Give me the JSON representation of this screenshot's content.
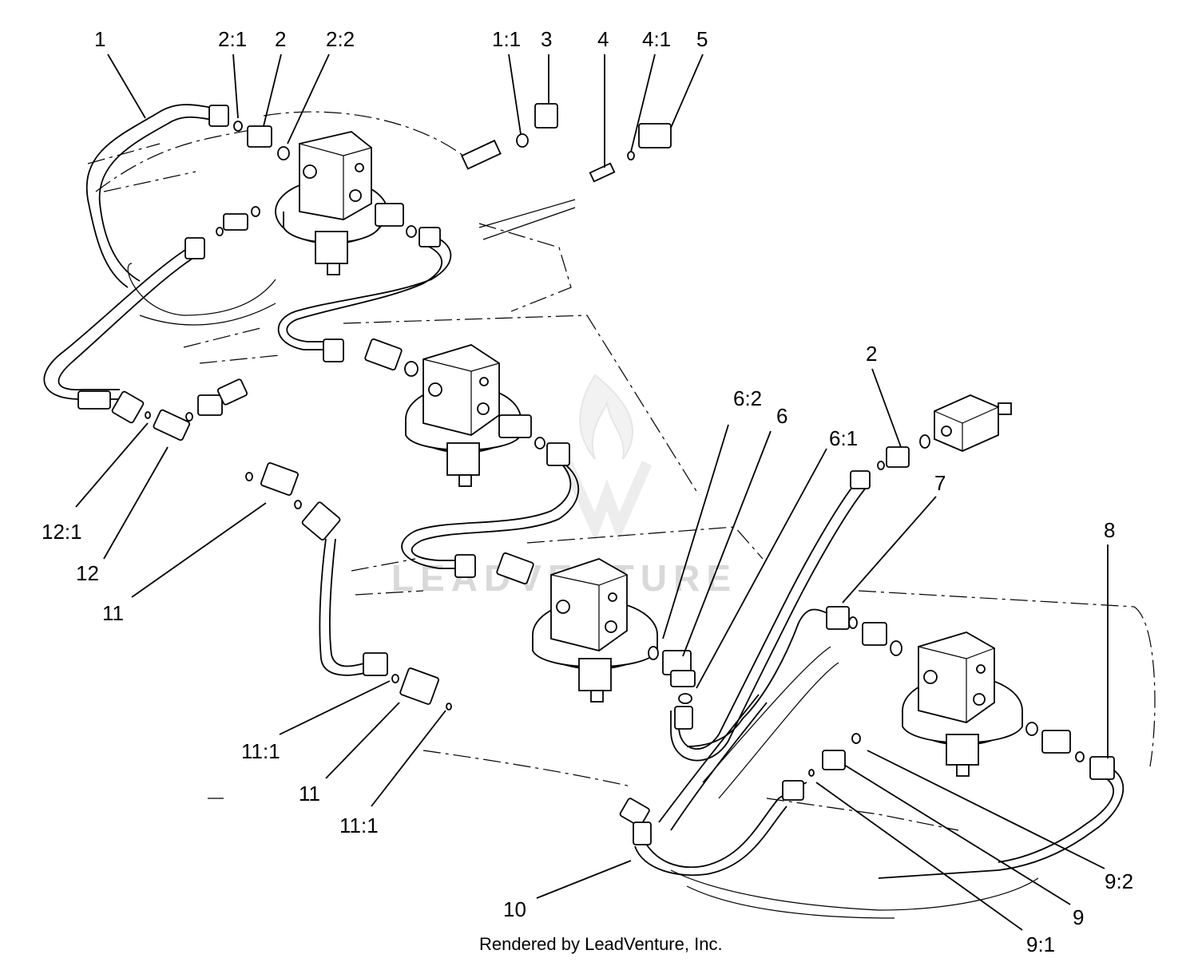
{
  "diagram": {
    "footer_text": "Rendered by LeadVenture, Inc.",
    "watermark_text": "LEADVENTURE",
    "callouts": [
      {
        "id": "c-1",
        "label": "1"
      },
      {
        "id": "c-2-1",
        "label": "2:1"
      },
      {
        "id": "c-2",
        "label": "2"
      },
      {
        "id": "c-2-2",
        "label": "2:2"
      },
      {
        "id": "c-1-1",
        "label": "1:1"
      },
      {
        "id": "c-3",
        "label": "3"
      },
      {
        "id": "c-4",
        "label": "4"
      },
      {
        "id": "c-4-1",
        "label": "4:1"
      },
      {
        "id": "c-5",
        "label": "5"
      },
      {
        "id": "c-2b",
        "label": "2"
      },
      {
        "id": "c-6-2",
        "label": "6:2"
      },
      {
        "id": "c-6",
        "label": "6"
      },
      {
        "id": "c-6-1",
        "label": "6:1"
      },
      {
        "id": "c-7",
        "label": "7"
      },
      {
        "id": "c-8",
        "label": "8"
      },
      {
        "id": "c-12-1",
        "label": "12:1"
      },
      {
        "id": "c-12",
        "label": "12"
      },
      {
        "id": "c-11a",
        "label": "11"
      },
      {
        "id": "c-11-1a",
        "label": "11:1"
      },
      {
        "id": "c-11b",
        "label": "11"
      },
      {
        "id": "c-11-1b",
        "label": "11:1"
      },
      {
        "id": "c-10",
        "label": "10"
      },
      {
        "id": "c-9-2",
        "label": "9:2"
      },
      {
        "id": "c-9",
        "label": "9"
      },
      {
        "id": "c-9-1",
        "label": "9:1"
      }
    ]
  }
}
